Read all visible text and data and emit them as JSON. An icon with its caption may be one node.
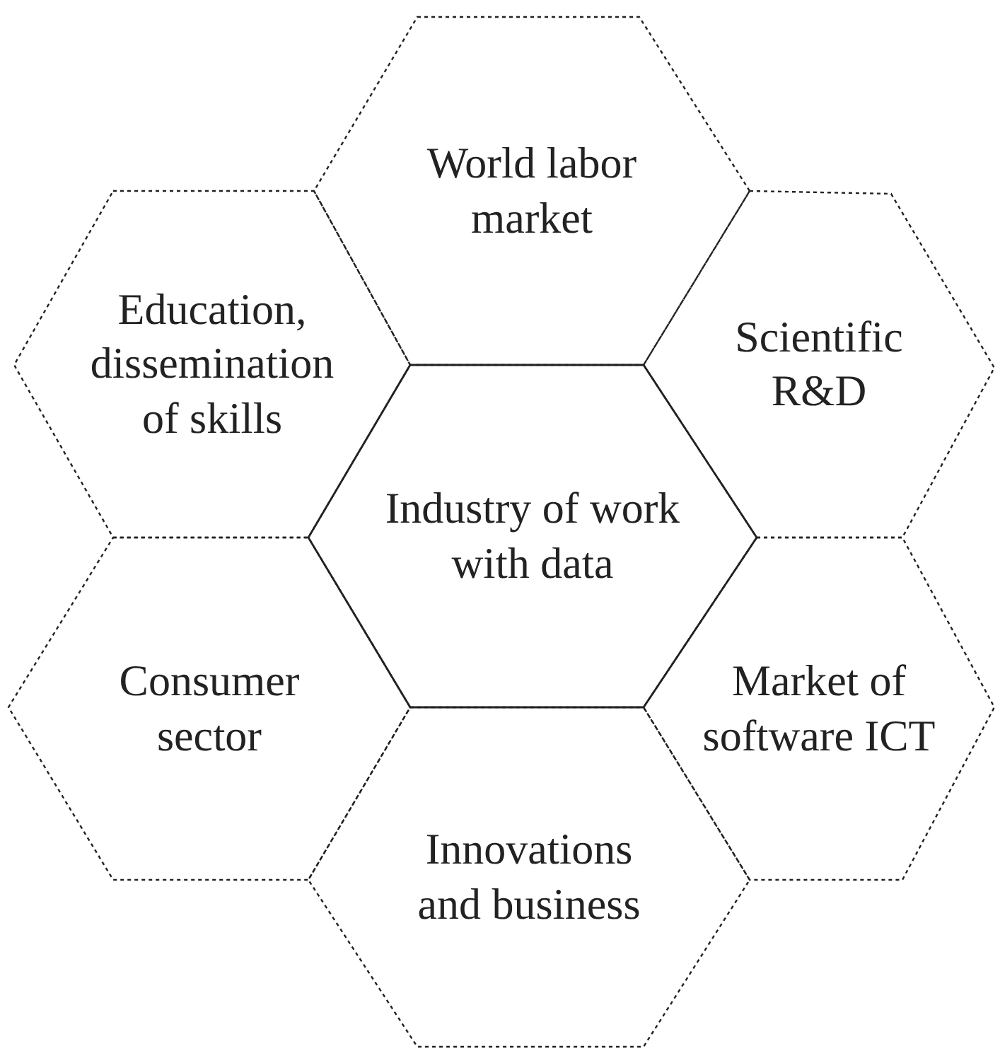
{
  "diagram": {
    "nodes": [
      {
        "text": [
          "World labor market"
        ]
      },
      {
        "text": [
          "Education, dissemination of skills"
        ]
      },
      {
        "text": [
          "Scientific R&D"
        ]
      },
      {
        "text": [
          "Industry of work with data"
        ]
      },
      {
        "text": [
          "Consumer sector"
        ]
      },
      {
        "text": [
          "Market of software ICT"
        ]
      },
      {
        "text": [
          "Innovations and business"
        ]
      }
    ]
  }
}
